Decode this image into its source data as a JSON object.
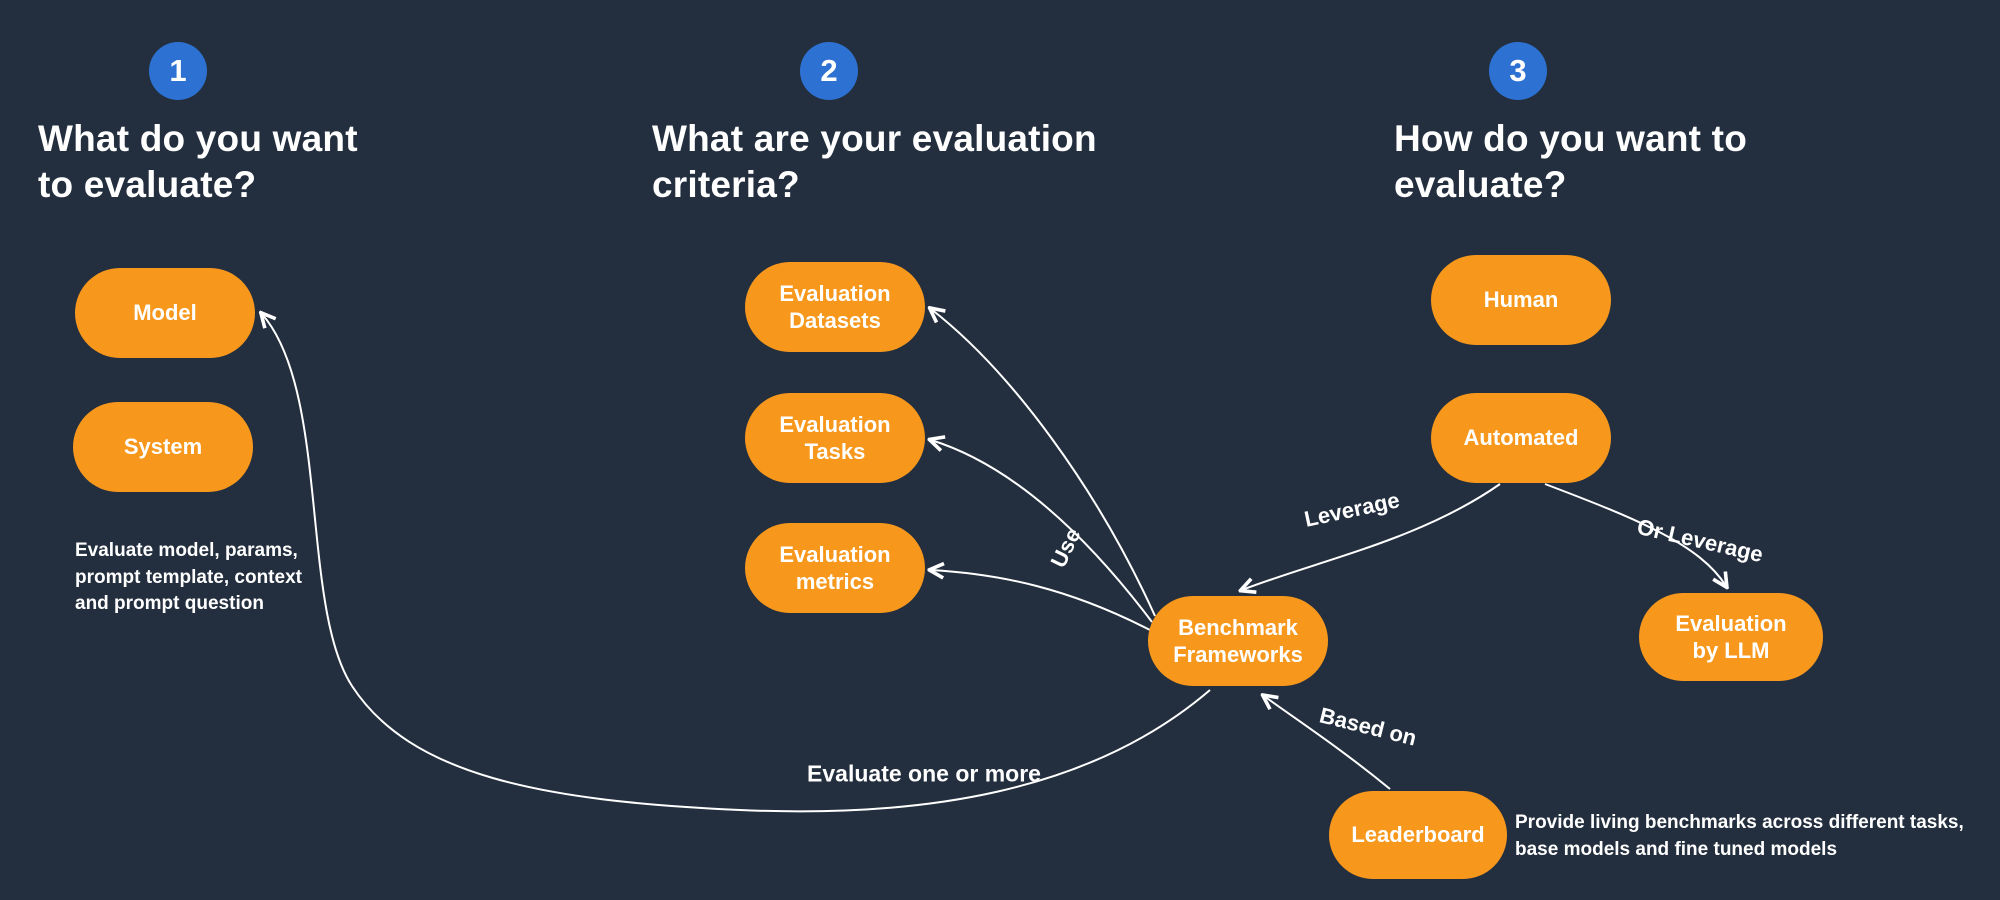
{
  "theme": {
    "background": "#232f3e",
    "node_fill": "#f7981d",
    "badge_fill": "#2d72d2",
    "text_color": "#ffffff",
    "arrow_color": "#ffffff"
  },
  "sections": [
    {
      "number": "1",
      "heading": "What do you want\nto evaluate?"
    },
    {
      "number": "2",
      "heading": "What are your evaluation\ncriteria?"
    },
    {
      "number": "3",
      "heading": "How do you want to\nevaluate?"
    }
  ],
  "nodes": {
    "model": "Model",
    "system": "System",
    "evaluation_datasets": "Evaluation\nDatasets",
    "evaluation_tasks": "Evaluation\nTasks",
    "evaluation_metrics": "Evaluation\nmetrics",
    "human": "Human",
    "automated": "Automated",
    "benchmark_frameworks": "Benchmark\nFrameworks",
    "evaluation_by_llm": "Evaluation\nby LLM",
    "leaderboard": "Leaderboard"
  },
  "edge_labels": {
    "use": "Use",
    "leverage": "Leverage",
    "or_leverage": "Or Leverage",
    "based_on": "Based on",
    "evaluate_one_or_more": "Evaluate one or more"
  },
  "notes": {
    "evaluate_scope": "Evaluate model, params,\nprompt template, context\nand prompt question",
    "leaderboard_note": "Provide living benchmarks across different tasks,\nbase models and fine tuned models"
  }
}
